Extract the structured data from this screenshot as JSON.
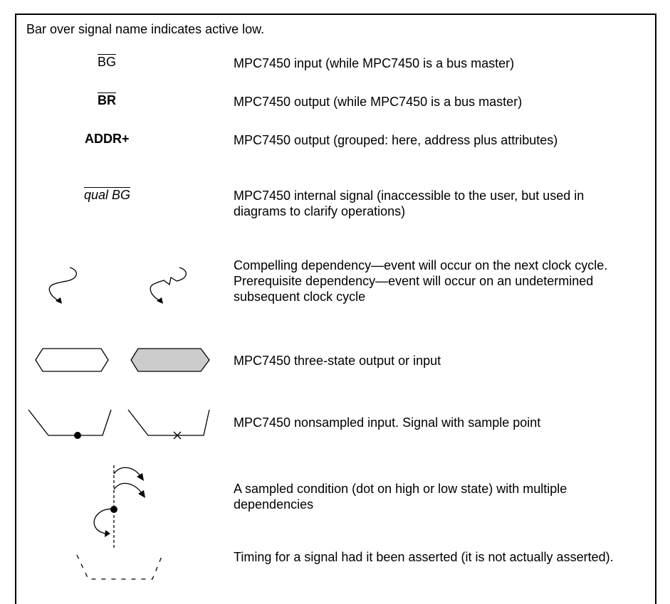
{
  "intro": "Bar over signal name indicates active low.",
  "rows": [
    {
      "signal": "BG",
      "description": "MPC7450 input (while MPC7450 is a bus master)"
    },
    {
      "signal": "BR",
      "description": "MPC7450 output (while MPC7450 is a bus master)"
    },
    {
      "signal": "ADDR+",
      "description": "MPC7450 output (grouped: here, address plus attributes)"
    },
    {
      "signal": "qual BG",
      "description": "MPC7450 internal signal (inaccessible to the user, but used in diagrams to clarify operations)"
    },
    {
      "signal": "",
      "description": "Compelling dependency—event will occur on the next clock cycle. Prerequisite dependency—event will occur on an undetermined subsequent clock cycle"
    },
    {
      "signal": "",
      "description": "MPC7450 three-state output or input"
    },
    {
      "signal": "",
      "description": "MPC7450 nonsampled input. Signal with sample point"
    },
    {
      "signal": "",
      "description": "A sampled condition (dot on high or low state) with multiple dependencies"
    },
    {
      "signal": "",
      "description": "Timing for a signal had it been asserted (it is not actually asserted)."
    }
  ],
  "colors": {
    "shaded_fill": "#cccccc",
    "line": "#000000"
  }
}
